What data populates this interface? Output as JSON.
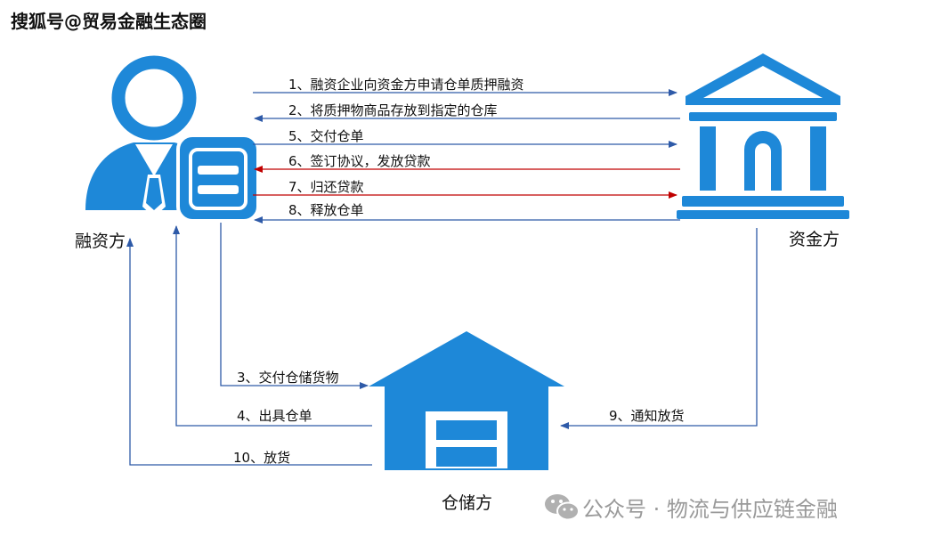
{
  "watermark": {
    "top_left": "搜狐号@贸易金融生态圈",
    "bottom_right": "公众号 · 物流与供应链金融"
  },
  "parties": {
    "borrower": "融资方",
    "funder": "资金方",
    "warehouse": "仓储方"
  },
  "steps": [
    {
      "label": "1、融资企业向资金方申请仓单质押融资",
      "color": "#2e5aa8"
    },
    {
      "label": "2、将质押物商品存放到指定的仓库",
      "color": "#2e5aa8"
    },
    {
      "label": "5、交付仓单",
      "color": "#2e5aa8"
    },
    {
      "label": "6、签订协议，发放贷款",
      "color": "#c00000"
    },
    {
      "label": "7、归还贷款",
      "color": "#c00000"
    },
    {
      "label": "8、释放仓单",
      "color": "#2e5aa8"
    },
    {
      "label": "3、交付仓储货物",
      "color": "#2e5aa8"
    },
    {
      "label": "4、出具仓单",
      "color": "#2e5aa8"
    },
    {
      "label": "9、通知放货",
      "color": "#2e5aa8"
    },
    {
      "label": "10、放货",
      "color": "#2e5aa8"
    }
  ],
  "colors": {
    "icon_blue": "#1e88d8",
    "line_blue": "#2e5aa8",
    "line_red": "#c00000"
  }
}
